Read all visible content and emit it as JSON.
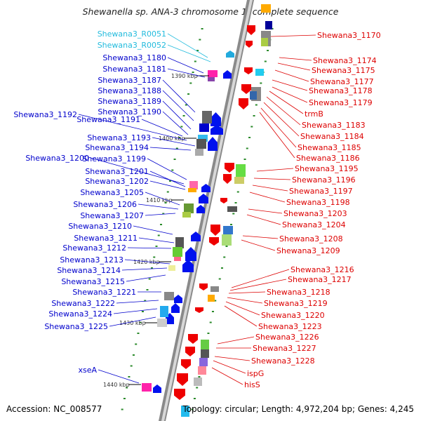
{
  "title": "Shewanella sp. ANA-3 chromosome 1, complete sequence",
  "footer": {
    "accession": "Accession: NC_008577",
    "topology": "Topology: circular; Length: 4,972,204 bp; Genes: 4,245"
  },
  "colors": {
    "left_label": "#0000cc",
    "rna_label": "#22bbdd",
    "right_label": "#dd0000",
    "backbone": "#888888"
  },
  "kbp_markers": [
    "1390 kbp",
    "1400 kbp",
    "1410 kbp",
    "1420 kbp",
    "1430 kbp",
    "1440 kbp"
  ],
  "left_labels": [
    "Shewana3_R0051",
    "Shewana3_R0052",
    "Shewana3_1180",
    "Shewana3_1181",
    "Shewana3_1187",
    "Shewana3_1188",
    "Shewana3_1189",
    "Shewana3_1190",
    "Shewana3_1192",
    "Shewana3_1191",
    "Shewana3_1193",
    "Shewana3_1194",
    "Shewana3_1199",
    "Shewana3_1200",
    "Shewana3_1201",
    "Shewana3_1202",
    "Shewana3_1205",
    "Shewana3_1206",
    "Shewana3_1207",
    "Shewana3_1210",
    "Shewana3_1211",
    "Shewana3_1212",
    "Shewana3_1213",
    "Shewana3_1214",
    "Shewana3_1215",
    "Shewana3_1221",
    "Shewana3_1222",
    "Shewana3_1224",
    "Shewana3_1225",
    "xseA"
  ],
  "right_labels": [
    "Shewana3_1170",
    "Shewana3_1174",
    "Shewana3_1175",
    "Shewana3_1177",
    "Shewana3_1178",
    "Shewana3_1179",
    "trmB",
    "Shewana3_1183",
    "Shewana3_1184",
    "Shewana3_1185",
    "Shewana3_1186",
    "Shewana3_1195",
    "Shewana3_1196",
    "Shewana3_1197",
    "Shewana3_1198",
    "Shewana3_1203",
    "Shewana3_1204",
    "Shewana3_1208",
    "Shewana3_1209",
    "Shewana3_1216",
    "Shewana3_1217",
    "Shewana3_1218",
    "Shewana3_1219",
    "Shewana3_1220",
    "Shewana3_1223",
    "Shewana3_1226",
    "Shewana3_1227",
    "Shewana3_1228",
    "ispG",
    "hisS"
  ]
}
